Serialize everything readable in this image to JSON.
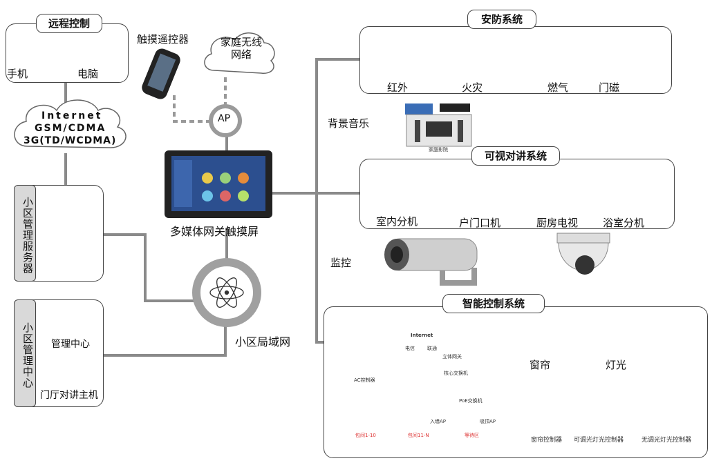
{
  "remote": {
    "title": "远程控制",
    "phone": "手机",
    "computer": "电脑"
  },
  "touch_remote": "触摸遥控器",
  "home_wifi": "家庭无线网络",
  "ap": "AP",
  "internet_cloud": [
    "Internet",
    "GSM/CDMA",
    "3G(TD/WCDMA)"
  ],
  "community_server": "小区管理服务器",
  "community_center": {
    "title": "小区管理中心",
    "mgmt": "管理中心",
    "door_host": "门厅对讲主机"
  },
  "gateway": "多媒体网关触摸屏",
  "lan": "小区局域网",
  "security": {
    "title": "安防系统",
    "items": [
      "红外",
      "火灾",
      "燃气",
      "门磁"
    ]
  },
  "music": {
    "label": "背景音乐",
    "caption": "家庭影院"
  },
  "intercom": {
    "title": "可视对讲系统",
    "items": [
      "室内分机",
      "户门口机",
      "厨房电视",
      "浴室分机"
    ]
  },
  "monitor": "监控",
  "smart": {
    "title": "智能控制系统",
    "curtain": "窗帘",
    "light": "灯光",
    "controllers": [
      "窗帘控制器",
      "可调光灯光控制器",
      "无调光灯光控制器"
    ],
    "net_labels": {
      "internet": "Internet",
      "telecom": "电信",
      "unicom": "联通",
      "router": "立体网关",
      "core_switch": "核心交换机",
      "ac": "AC控制器",
      "poe": "PoE交换机",
      "ap_in": "入墙AP",
      "ceiling_ap": "吸顶AP",
      "room1": "包间1-10",
      "room2": "包间11-N",
      "lobby": "等待区"
    }
  }
}
